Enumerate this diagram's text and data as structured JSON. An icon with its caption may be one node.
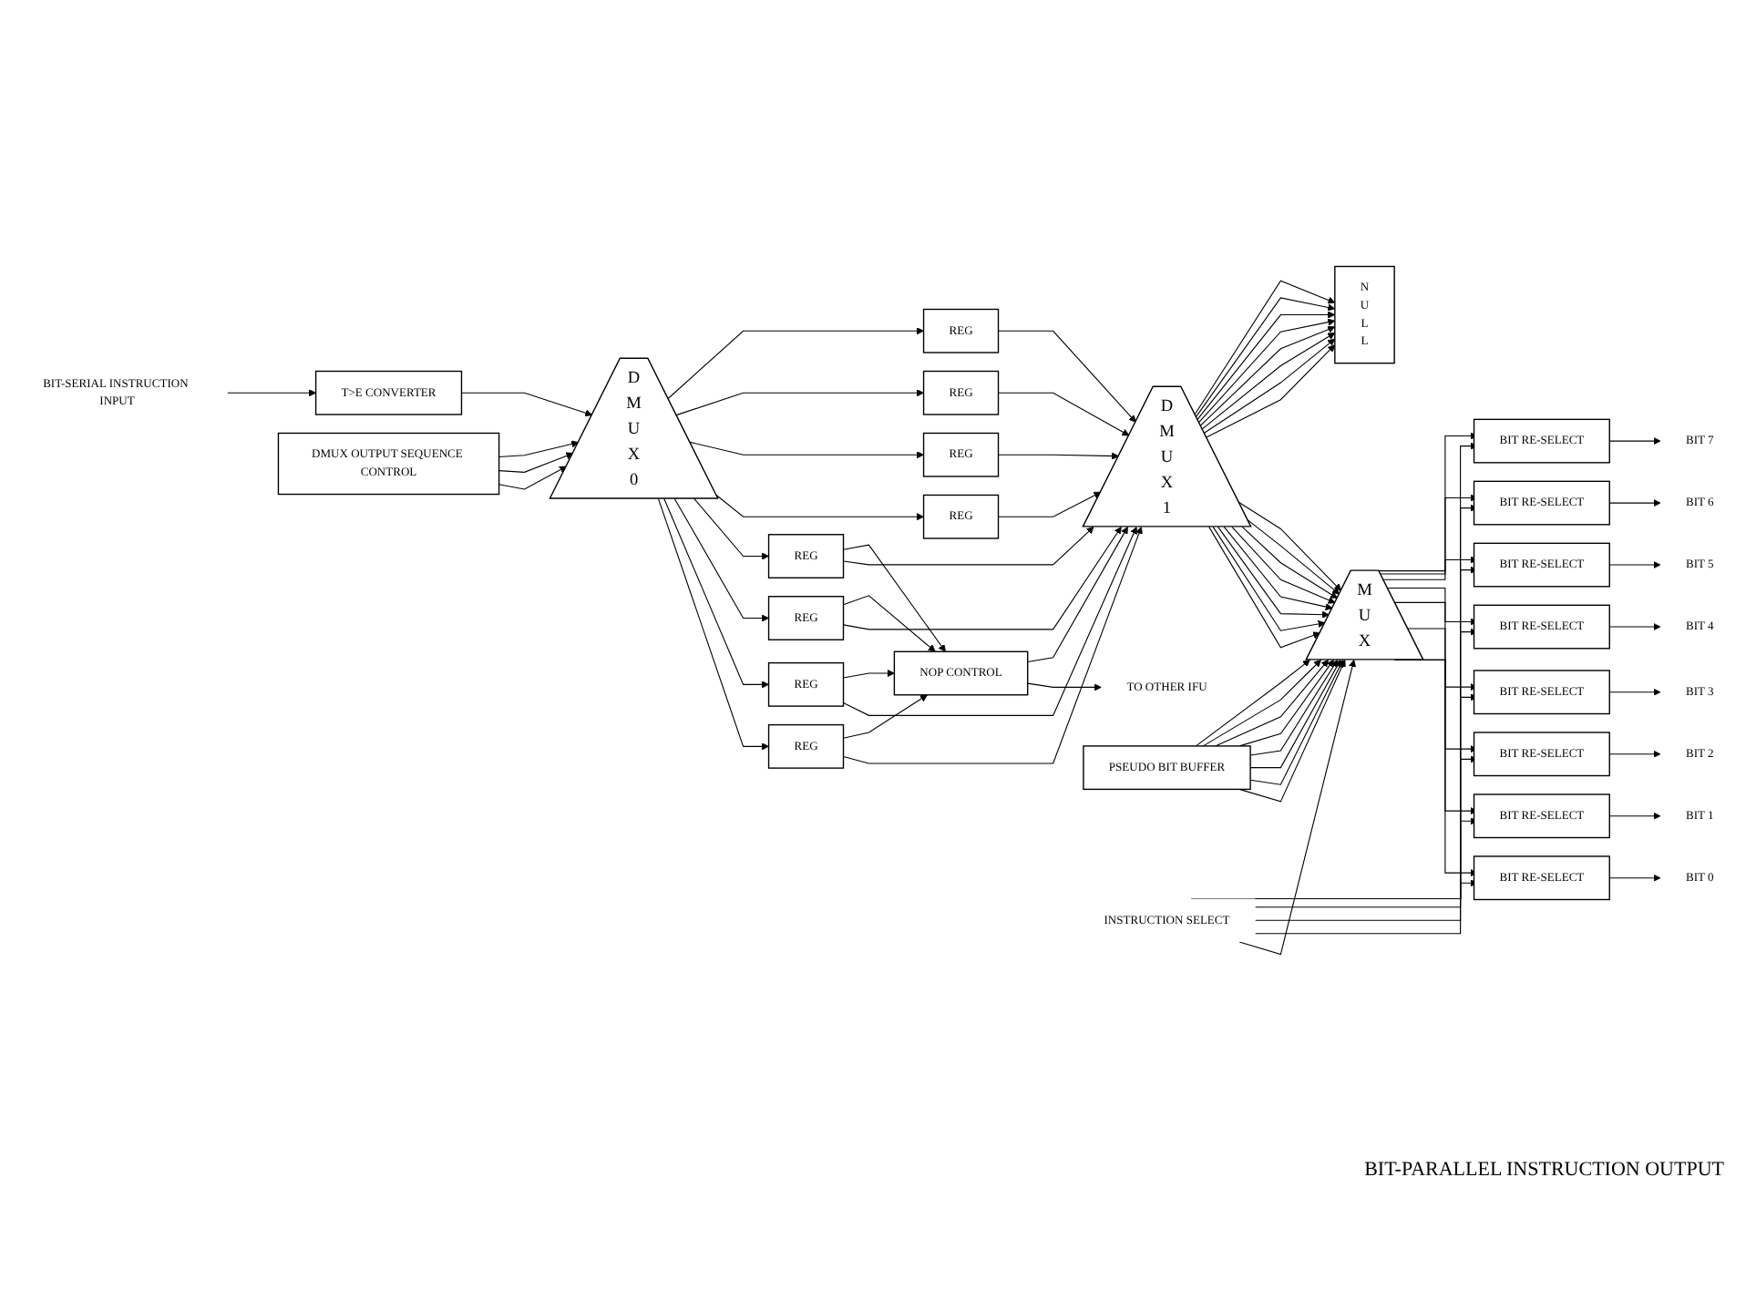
{
  "diagram": {
    "nodes": [
      {
        "text": [
          "BIT-SERIAL INSTRUCTION INPUT"
        ]
      },
      {
        "text": [
          "T>E CONVERTER"
        ]
      },
      {
        "text": [
          "D M U X 0"
        ]
      },
      {
        "text": [
          "REG"
        ]
      },
      {
        "text": [
          "REG"
        ]
      },
      {
        "text": [
          "REG"
        ]
      },
      {
        "text": [
          "REG"
        ]
      },
      {
        "text": [
          "REG"
        ]
      },
      {
        "text": [
          "REG"
        ]
      },
      {
        "text": [
          "REG"
        ]
      },
      {
        "text": [
          "REG"
        ]
      },
      {
        "text": [
          "D M U X 1"
        ]
      },
      {
        "text": [
          "N U L L"
        ]
      },
      {
        "text": [
          "NOP CONTROL"
        ]
      },
      {
        "text": [
          "TO OTHER IFU"
        ]
      },
      {
        "text": [
          "DMUX OUTPUT SEQUENCE CONTROL"
        ]
      },
      {
        "text": [
          "PSEUDO BIT BUFFER"
        ]
      },
      {
        "text": [
          "INSTRUCTION SELECT"
        ]
      },
      {
        "text": [
          "M U X"
        ]
      },
      {
        "text": [
          "BIT RE-SELECT"
        ]
      },
      {
        "text": [
          "BIT RE-SELECT"
        ]
      },
      {
        "text": [
          "BIT RE-SELECT"
        ]
      },
      {
        "text": [
          "BIT RE-SELECT"
        ]
      },
      {
        "text": [
          "BIT RE-SELECT"
        ]
      },
      {
        "text": [
          "BIT RE-SELECT"
        ]
      },
      {
        "text": [
          "BIT RE-SELECT"
        ]
      },
      {
        "text": [
          "BIT RE-SELECT"
        ]
      },
      {
        "text": [
          "BIT 0"
        ]
      },
      {
        "text": [
          "BIT 1"
        ]
      },
      {
        "text": [
          "BIT 2"
        ]
      },
      {
        "text": [
          "BIT 3"
        ]
      },
      {
        "text": [
          "BIT 4"
        ]
      },
      {
        "text": [
          "BIT 5"
        ]
      },
      {
        "text": [
          "BIT 6"
        ]
      },
      {
        "text": [
          "BIT 7"
        ]
      }
    ],
    "edges": [
      {
        "from": 0,
        "to": 1,
        "arrow": "to"
      },
      {
        "from": 1,
        "to": 2,
        "arrow": "to"
      },
      {
        "from": 2,
        "to": 3,
        "arrow": "to"
      },
      {
        "from": 2,
        "to": 4,
        "arrow": "to"
      },
      {
        "from": 2,
        "to": 5,
        "arrow": "to"
      },
      {
        "from": 2,
        "to": 6,
        "arrow": "to"
      },
      {
        "from": 2,
        "to": 7,
        "arrow": "to"
      },
      {
        "from": 2,
        "to": 8,
        "arrow": "to"
      },
      {
        "from": 2,
        "to": 9,
        "arrow": "to"
      },
      {
        "from": 2,
        "to": 10,
        "arrow": "to"
      },
      {
        "from": 3,
        "to": 11,
        "arrow": "to"
      },
      {
        "from": 4,
        "to": 11,
        "arrow": "to"
      },
      {
        "from": 5,
        "to": 11,
        "arrow": "to"
      },
      {
        "from": 6,
        "to": 11,
        "arrow": "to"
      },
      {
        "from": 7,
        "to": 11,
        "arrow": "to"
      },
      {
        "from": 8,
        "to": 11,
        "arrow": "to"
      },
      {
        "from": 9,
        "to": 11,
        "arrow": "to"
      },
      {
        "from": 10,
        "to": 11,
        "arrow": "to"
      },
      {
        "from": 3,
        "to": 13,
        "arrow": "to"
      },
      {
        "from": 4,
        "to": 13,
        "arrow": "to"
      },
      {
        "from": 5,
        "to": 13,
        "arrow": "to"
      },
      {
        "from": 6,
        "to": 13,
        "arrow": "to"
      },
      {
        "from": 15,
        "to": 2,
        "arrow": "to"
      },
      {
        "from": 15,
        "to": 2,
        "arrow": "to"
      },
      {
        "from": 15,
        "to": 2,
        "arrow": "to"
      },
      {
        "from": 13,
        "to": 14,
        "arrow": "to"
      },
      {
        "from": 13,
        "to": 11,
        "arrow": "to"
      },
      {
        "from": 11,
        "to": 18,
        "arrow": "to"
      },
      {
        "from": 11,
        "to": 18,
        "arrow": "to"
      },
      {
        "from": 11,
        "to": 18,
        "arrow": "to"
      },
      {
        "from": 11,
        "to": 18,
        "arrow": "to"
      },
      {
        "from": 11,
        "to": 18,
        "arrow": "to"
      },
      {
        "from": 11,
        "to": 18,
        "arrow": "to"
      },
      {
        "from": 11,
        "to": 18,
        "arrow": "to"
      },
      {
        "from": 11,
        "to": 18,
        "arrow": "to"
      },
      {
        "from": 11,
        "to": 12,
        "arrow": "to"
      },
      {
        "from": 11,
        "to": 12,
        "arrow": "to"
      },
      {
        "from": 11,
        "to": 12,
        "arrow": "to"
      },
      {
        "from": 11,
        "to": 12,
        "arrow": "to"
      },
      {
        "from": 11,
        "to": 12,
        "arrow": "to"
      },
      {
        "from": 11,
        "to": 12,
        "arrow": "to"
      },
      {
        "from": 11,
        "to": 12,
        "arrow": "to"
      },
      {
        "from": 11,
        "to": 12,
        "arrow": "to"
      },
      {
        "from": 16,
        "to": 18,
        "arrow": "to"
      },
      {
        "from": 16,
        "to": 18,
        "arrow": "to"
      },
      {
        "from": 16,
        "to": 18,
        "arrow": "to"
      },
      {
        "from": 16,
        "to": 18,
        "arrow": "to"
      },
      {
        "from": 16,
        "to": 18,
        "arrow": "to"
      },
      {
        "from": 16,
        "to": 18,
        "arrow": "to"
      },
      {
        "from": 16,
        "to": 18,
        "arrow": "to"
      },
      {
        "from": 16,
        "to": 18,
        "arrow": "to"
      },
      {
        "from": 17,
        "to": 18,
        "arrow": "to"
      },
      {
        "from": 18,
        "to": 19,
        "arrow": "to"
      },
      {
        "from": 18,
        "to": 20,
        "arrow": "to"
      },
      {
        "from": 18,
        "to": 21,
        "arrow": "to"
      },
      {
        "from": 18,
        "to": 22,
        "arrow": "to"
      },
      {
        "from": 18,
        "to": 23,
        "arrow": "to"
      },
      {
        "from": 18,
        "to": 24,
        "arrow": "to"
      },
      {
        "from": 18,
        "to": 25,
        "arrow": "to"
      },
      {
        "from": 18,
        "to": 26,
        "arrow": "to"
      },
      {
        "from": 17,
        "to": 26,
        "arrow": "to"
      },
      {
        "from": 17,
        "to": 25,
        "arrow": "to"
      },
      {
        "from": 17,
        "to": 24,
        "arrow": "to"
      },
      {
        "from": 17,
        "to": 23,
        "arrow": "to"
      },
      {
        "from": 17,
        "to": 22,
        "arrow": "to"
      },
      {
        "from": 17,
        "to": 21,
        "arrow": "to"
      },
      {
        "from": 17,
        "to": 20,
        "arrow": "to"
      },
      {
        "from": 17,
        "to": 19,
        "arrow": "to"
      },
      {
        "from": 19,
        "to": 27,
        "arrow": "to"
      },
      {
        "from": 20,
        "to": 28,
        "arrow": "to"
      },
      {
        "from": 21,
        "to": 29,
        "arrow": "to"
      },
      {
        "from": 22,
        "to": 30,
        "arrow": "to"
      },
      {
        "from": 23,
        "to": 31,
        "arrow": "to"
      },
      {
        "from": 24,
        "to": 32,
        "arrow": "to"
      },
      {
        "from": 25,
        "to": 33,
        "arrow": "to"
      },
      {
        "from": 26,
        "to": 34,
        "arrow": "to"
      }
    ],
    "labels": [
      "BIT-PARALLEL INSTRUCTION OUTPUT"
    ]
  }
}
